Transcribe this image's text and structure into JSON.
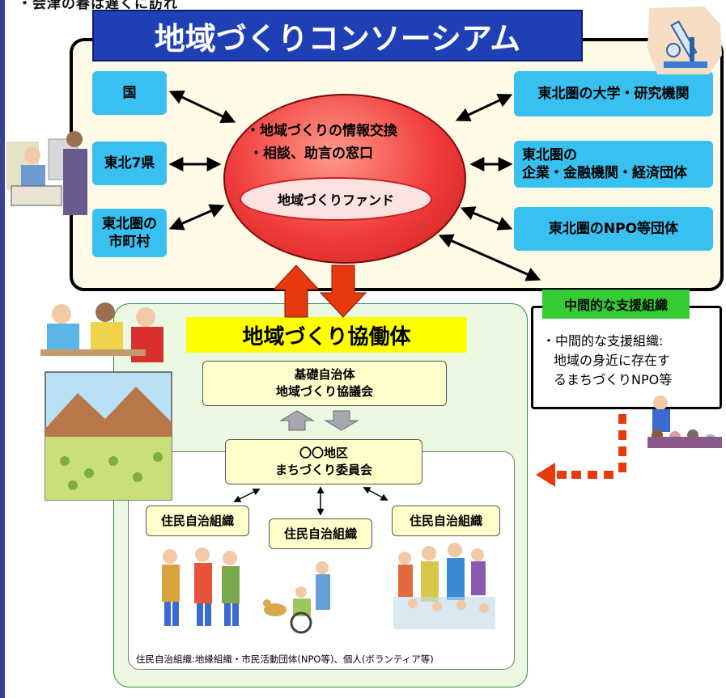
{
  "top_text": "・会津の春は遅くに訪れ",
  "consortium": {
    "title": "地域づくりコンソーシアム",
    "left_boxes": [
      "国",
      "東北7県",
      "東北圏の\n市町村"
    ],
    "right_boxes": [
      "東北圏の大学・研究機関",
      "東北圏の\n企業・金融機関・経済団体",
      "東北圏のNPO等団体"
    ],
    "center_lines": [
      "・地域づくりの情報交換",
      "・相談、助言の窓口"
    ],
    "fund": "地域づくりファンド"
  },
  "support": {
    "label": "中間的な支援組織",
    "text_line1": "・中間的な支援組織:",
    "text_line2": "地域の身近に存在す",
    "text_line3": "るまちづくりNPO等"
  },
  "kyodo": {
    "title": "地域づくり協働体",
    "council": "基礎自治体\n地域づくり協議会",
    "committee": "〇〇地区\nまちづくり委員会",
    "orgs": [
      "住民自治組織",
      "住民自治組織",
      "住民自治組織"
    ],
    "footnote": "住民自治組織:地縁組織・市民活動団体(NPO等)、個人(ボランティア等)"
  },
  "colors": {
    "title_blue": "#1e40b4",
    "cyan": "#37c0f0",
    "red_arrow": "#e8380d",
    "green_label": "#33cc33",
    "yellow_title": "#ffff00"
  }
}
